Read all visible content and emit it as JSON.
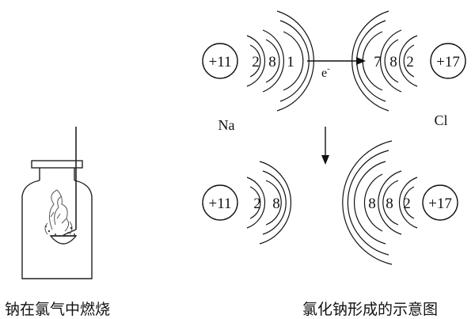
{
  "atoms": {
    "na_top": {
      "nucleus": "+11",
      "shells": [
        "2",
        "8",
        "1"
      ],
      "symbol": "Na"
    },
    "cl_top": {
      "nucleus": "+17",
      "shells": [
        "7",
        "8",
        "2"
      ],
      "symbol": "Cl"
    },
    "na_ion": {
      "nucleus": "+11",
      "shells": [
        "2",
        "8"
      ]
    },
    "cl_ion": {
      "nucleus": "+17",
      "shells": [
        "8",
        "8",
        "2"
      ]
    }
  },
  "electron_transfer_label": "e",
  "electron_charge_sign": "-",
  "captions": {
    "left": "钠在氯气中燃烧",
    "right": "氯化钠形成的示意图"
  }
}
